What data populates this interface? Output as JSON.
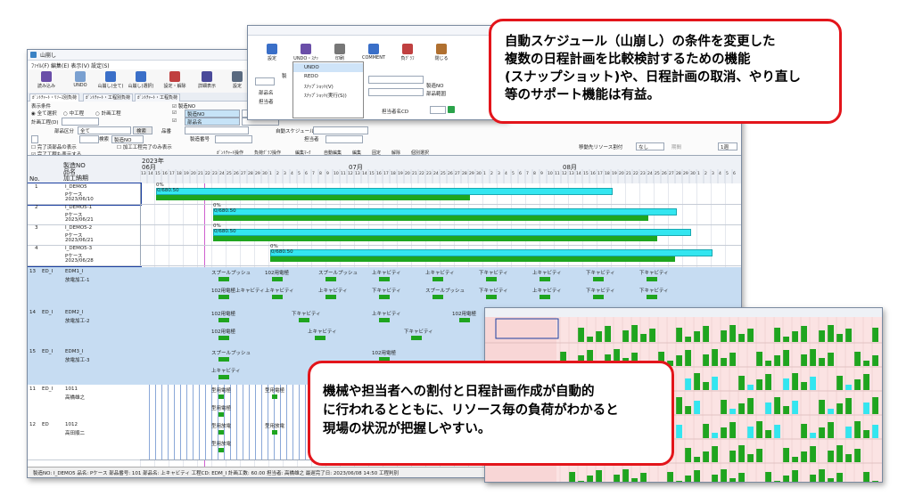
{
  "main_window": {
    "title": "山崩し",
    "menu": "ﾌｧｲﾙ(F)  編集(E)  表示(V)  設定(S)",
    "toolbar": [
      {
        "label": "読み込み",
        "icon": "load-icon"
      },
      {
        "label": "UNDO",
        "icon": "undo-icon"
      },
      {
        "label": "山崩し(全て)",
        "icon": "yamakuzushi-icon"
      },
      {
        "label": "山崩し(選択)",
        "icon": "yamakuzushi-select-icon"
      },
      {
        "label": "設定・解除",
        "icon": "setting-icon"
      },
      {
        "label": "詳細表示",
        "icon": "detail-icon"
      },
      {
        "label": "設定",
        "icon": "gear-icon"
      }
    ],
    "tabs": [
      "ｶﾞﾝﾄﾁｬｰﾄ・ﾘｿｰｽ別負荷",
      "ｶﾞﾝﾄﾁｬｰﾄ・工程別負荷",
      "ｶﾞﾝﾄﾁｬｰﾄ・工程負荷"
    ],
    "filters": {
      "display_condition": "表示条件",
      "radio_all": "全て選択",
      "radio_in_process": "中工程",
      "radio_plan": "計画工程",
      "plan_date": "計画工程(D)",
      "department": "部品区分",
      "department_value": "全て",
      "search_btn": "検索",
      "search_value": "製造NO",
      "unfinished_only": "完了済部品の表示",
      "completed_display": "完了工程も表示する",
      "external_only": "加工工程完了のみ表示",
      "date_from_label": "製造NO",
      "date_to_label": "部品名",
      "check1": "製造NO",
      "check2": "部品名",
      "check3": "品番",
      "check4": "製造番号",
      "check5": "担当者",
      "auto_label": "自動スケジュール",
      "move_label": "移動先リソース割付",
      "none": "なし",
      "week_label": "1週",
      "right_label": "期間"
    },
    "grid_toolbar": [
      "ｶﾞﾝﾄﾁｬｰﾄ操作",
      "負荷ｸﾞﾗﾌ操作",
      "編集ﾏｰｸ",
      "自動編集",
      "編集",
      "固定",
      "解除",
      "個別選択"
    ],
    "header": {
      "no": "No.",
      "col1": "製造NO",
      "col2": "品名",
      "col3": "加工納期",
      "year": "2023年",
      "months": [
        "06月",
        "07月",
        "08月"
      ]
    },
    "orders": [
      {
        "no": "1",
        "id": "I_DEMO5",
        "name": "Pケース",
        "date": "2023/06/10",
        "bar_text": "0%",
        "bar_sub": "0/680.50"
      },
      {
        "no": "2",
        "id": "I_DEMO5-1",
        "name": "Pケース",
        "date": "2023/06/21",
        "bar_text": "0%",
        "bar_sub": "0/680.50"
      },
      {
        "no": "3",
        "id": "I_DEMO5-2",
        "name": "Pケース",
        "date": "2023/06/21",
        "bar_text": "0%",
        "bar_sub": "0/680.50"
      },
      {
        "no": "4",
        "id": "I_DEMO5-3",
        "name": "Pケース",
        "date": "2023/06/28",
        "bar_text": "0%",
        "bar_sub": "0/680.50"
      }
    ],
    "resources": [
      {
        "no": "13",
        "code": "ED_I",
        "id": "EDM1_I",
        "name": "放電加工-1",
        "labels": [
          "スプールプッシュ",
          "102用電極",
          "スプールプッシュ",
          "上キャビティ",
          "上キャビティ",
          "下キャビティ",
          "上キャビティ",
          "下キャビティ",
          "下キャビティ",
          "102用電極上キャビティ",
          "上キャビティ",
          "上キャビティ",
          "下キャビティ",
          "スプールプッシュ",
          "下キャビティ",
          "上キャビティ",
          "下キャビティ",
          "下キャビティ"
        ]
      },
      {
        "no": "14",
        "code": "ED_I",
        "id": "EDM2_I",
        "name": "放電加工-2",
        "labels": [
          "102用電極",
          "下キャビティ",
          "上キャビティ",
          "102用電極",
          "上キャビティ",
          "スプールプッシュ",
          "102用電極",
          "上キャビティ",
          "下キャビティ",
          "102用電極",
          "スプールブッシュ"
        ]
      },
      {
        "no": "15",
        "code": "ED_I",
        "id": "EDM3_I",
        "name": "放電加工-3",
        "labels": [
          "スプールプッシュ",
          "102用電極",
          "102用電極",
          "上キャビティ",
          "102用電極",
          "102用電極"
        ]
      },
      {
        "no": "11",
        "code": "ED_I",
        "id": "1011",
        "name": "高橋雄之",
        "labels": [
          "型用電極",
          "型用電極",
          "型用電極"
        ]
      },
      {
        "no": "12",
        "code": "ED",
        "id": "1012",
        "name": "高田順二",
        "labels": [
          "型用放電",
          "型用放電",
          "型用放電"
        ]
      }
    ],
    "status": "製造NO: I_DEMO5    品名: Pケース    部品番号: 101    部品名: 上キャビティ    工程CD: EDM_I    計画工数: 60.00    担当者: 高橋雄之    最遅完了日: 2023/06/08 14:50    工程判別"
  },
  "popup": {
    "buttons": [
      {
        "label": "設定",
        "icon": "gear-icon"
      },
      {
        "label": "UNDO・ｽﾅｯﾌﾟ",
        "icon": "undo-icon"
      },
      {
        "label": "印刷",
        "icon": "printer-icon"
      },
      {
        "label": "COMMENT",
        "icon": "comment-icon"
      },
      {
        "label": "負ｸﾞﾗﾌ",
        "icon": "graph-icon"
      },
      {
        "label": "閉じる",
        "icon": "close-icon"
      }
    ],
    "menu": [
      "UNDO",
      "REDO",
      "ｽﾅｯﾌﾟｼｮｯﾄ(V)",
      "ｽﾅｯﾌﾟｼｮｯﾄ(実行(S))"
    ],
    "fields": [
      "製",
      "製造NO",
      "部品名",
      "部品範囲",
      "担当者",
      "担当者名CD"
    ]
  },
  "callout1": {
    "lines": [
      "自動スケジュール（山崩し）の条件を変更した",
      "複数の日程計画を比較検討するための機能",
      "(スナップショット)や、日程計画の取消、やり直し",
      "等のサポート機能は有益。"
    ]
  },
  "callout2": {
    "lines": [
      "機械や担当者への割付と日程計画作成が自動的",
      "に行われるとともに、リソース毎の負荷がわかると",
      "現場の状況が把握しやすい。"
    ]
  },
  "colors": {
    "accent_red": "#e3151b",
    "bar_cyan": "#33e6f0",
    "bar_green": "#1fa51f",
    "selection_blue": "#c6dcf2",
    "load_pink": "#fbe3e3"
  }
}
